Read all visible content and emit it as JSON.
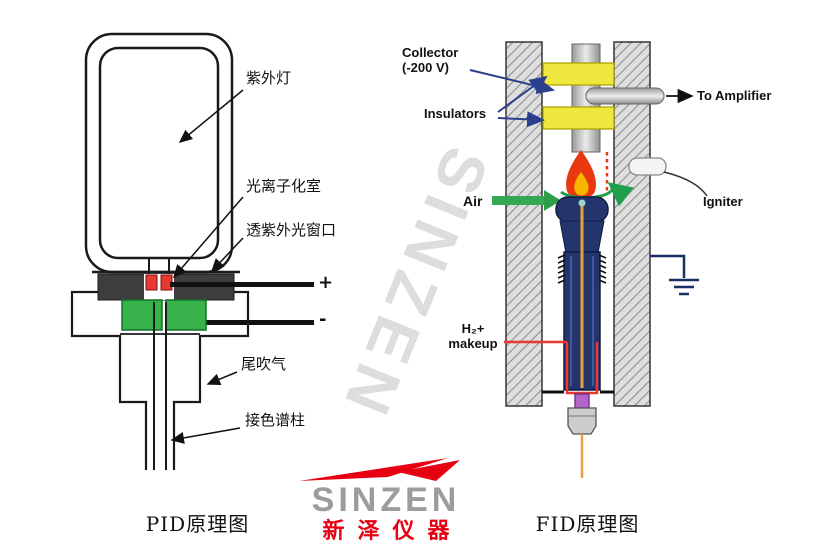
{
  "watermark": "SINZEN",
  "pid": {
    "caption": "PID原理图",
    "labels": {
      "uv_lamp": "紫外灯",
      "ionization_chamber": "光离子化室",
      "uv_window": "透紫外光窗口",
      "makeup_gas": "尾吹气",
      "column": "接色谱柱",
      "electrode_plus": "+",
      "electrode_minus": "-"
    }
  },
  "fid": {
    "caption": "FID原理图",
    "labels": {
      "collector": "Collector",
      "collector_voltage": "(-200 V)",
      "insulators": "Insulators",
      "to_amplifier": "To Amplifier",
      "air": "Air",
      "igniter": "Igniter",
      "h2_makeup_line1": "H₂+",
      "h2_makeup_line2": "makeup"
    }
  },
  "logo": {
    "name": "SINZEN",
    "cn_name": "新泽仪器"
  },
  "colors": {
    "accent_red": "#e60012",
    "detector_navy": "#24356e",
    "seal_green": "#38b24a",
    "insulator_yellow": "#efe73e",
    "flame_red": "#e8380d",
    "flame_yellow": "#f8b500",
    "leader_blue": "#2b3f8c"
  }
}
